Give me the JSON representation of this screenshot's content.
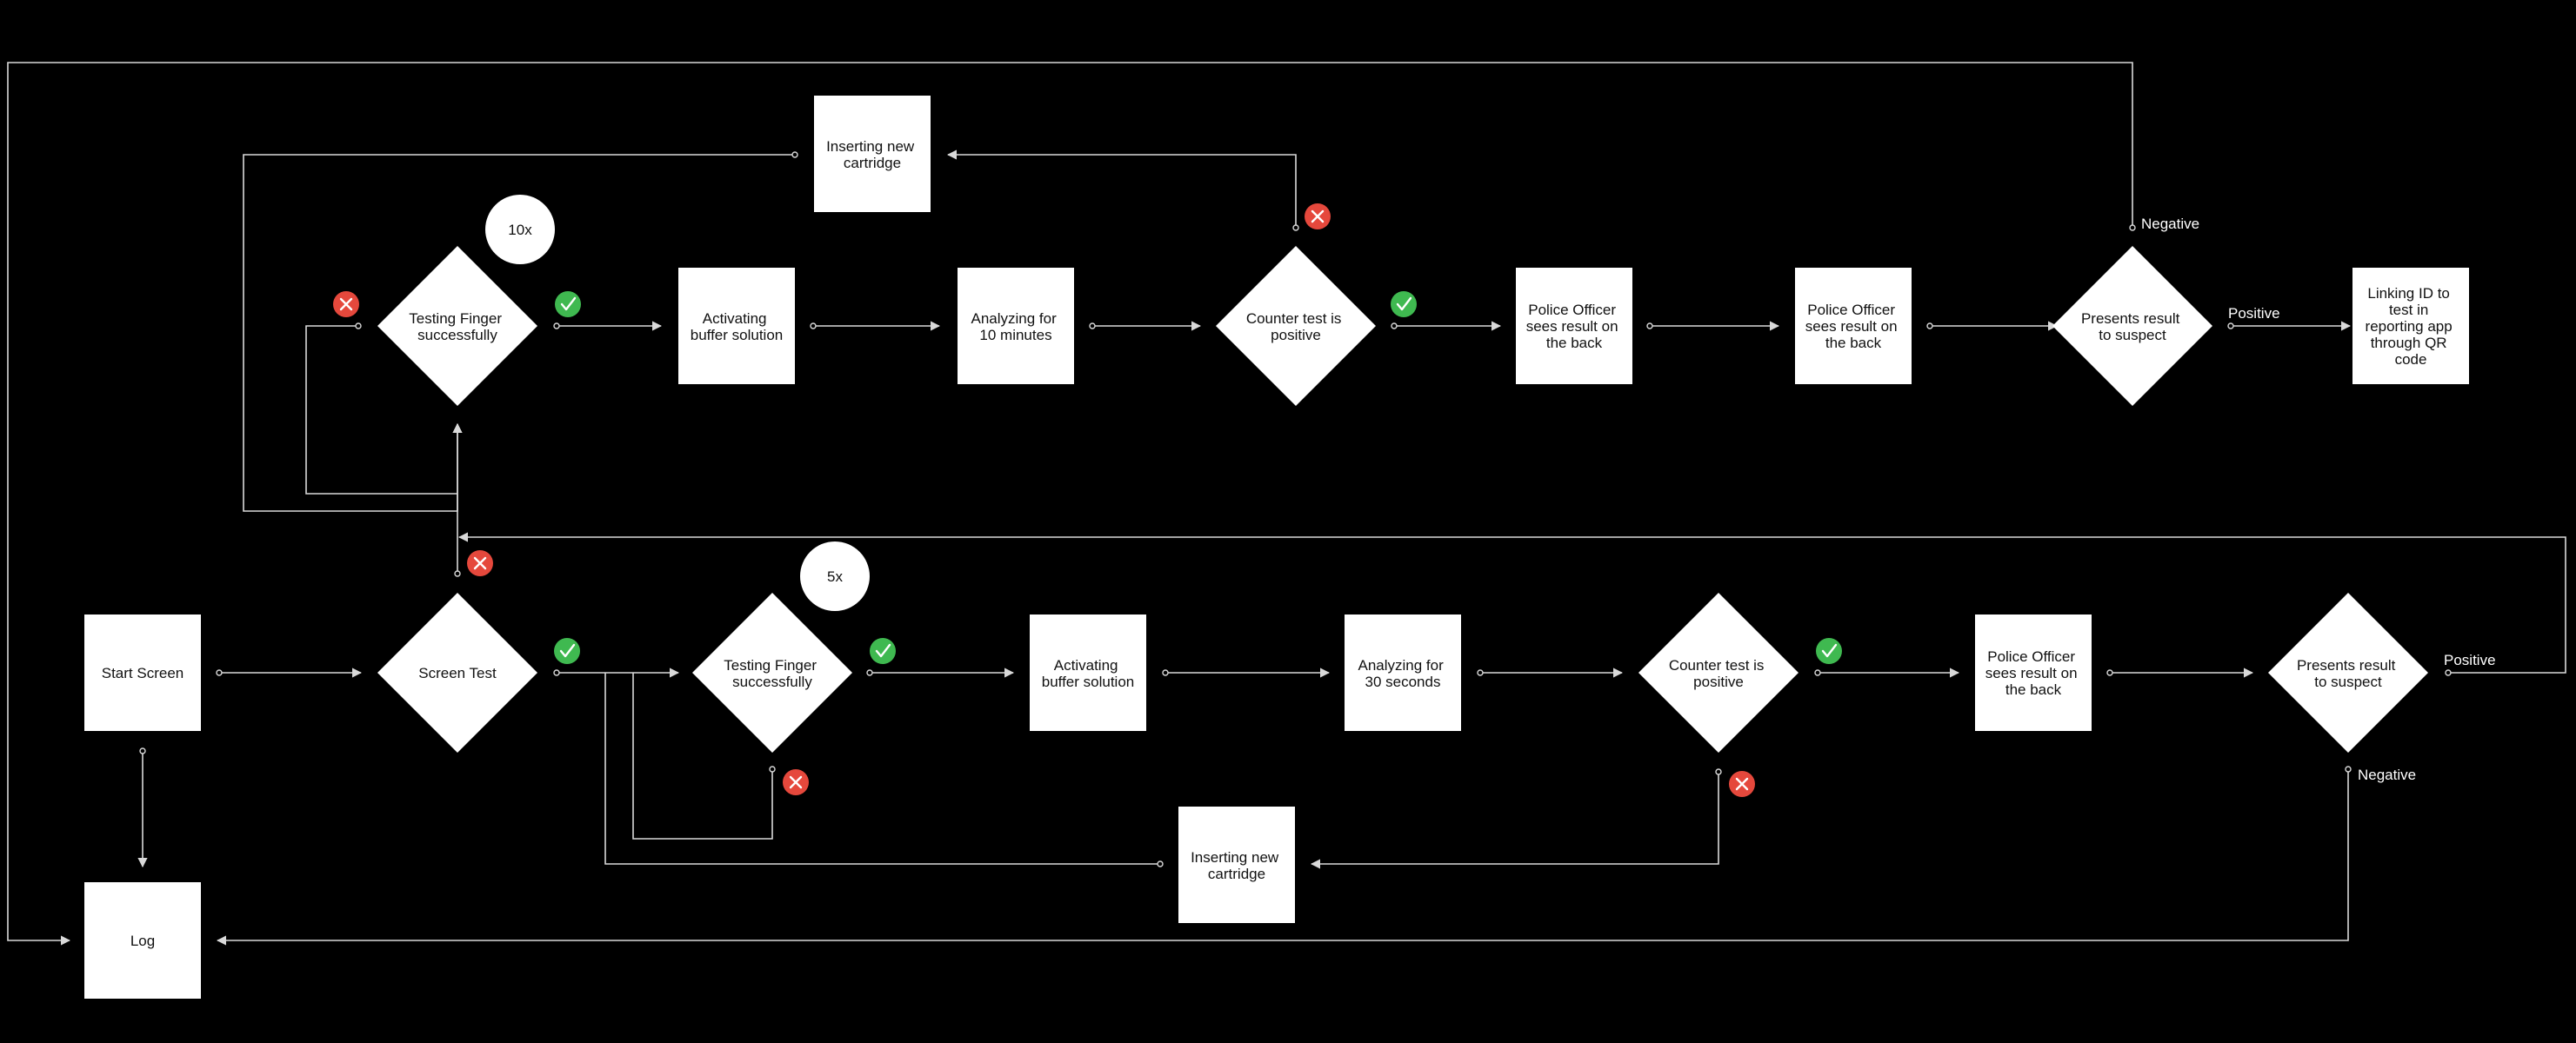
{
  "nodes": {
    "start_screen": "Start Screen",
    "log": "Log",
    "screen_test": "Screen Test",
    "top_testing_finger": [
      "Testing Finger",
      "successfully"
    ],
    "top_activating_buffer": [
      "Activating",
      "buffer solution"
    ],
    "top_analyzing": [
      "Analyzing for",
      "10 minutes"
    ],
    "top_counter_test": [
      "Counter test is",
      "positive"
    ],
    "top_officer_1": [
      "Police Officer",
      "sees result on",
      "the back"
    ],
    "top_officer_2": [
      "Police Officer",
      "sees result on",
      "the back"
    ],
    "top_presents_result": [
      "Presents result",
      "to suspect"
    ],
    "top_linking_id": [
      "Linking ID to",
      "test in",
      "reporting app",
      "through QR",
      "code"
    ],
    "top_inserting_cartridge": [
      "Inserting new",
      "cartridge"
    ],
    "bottom_testing_finger": [
      "Testing Finger",
      "successfully"
    ],
    "bottom_activating_buffer": [
      "Activating",
      "buffer solution"
    ],
    "bottom_analyzing": [
      "Analyzing for",
      "30 seconds"
    ],
    "bottom_counter_test": [
      "Counter test is",
      "positive"
    ],
    "bottom_officer": [
      "Police Officer",
      "sees result on",
      "the back"
    ],
    "bottom_presents_result": [
      "Presents result",
      "to suspect"
    ],
    "bottom_inserting_cartridge": [
      "Inserting new",
      "cartridge"
    ]
  },
  "badges": {
    "top_repeat": "10x",
    "bottom_repeat": "5x"
  },
  "edge_labels": {
    "top_negative": "Negative",
    "top_positive": "Positive",
    "bottom_positive": "Positive",
    "bottom_negative": "Negative"
  },
  "status_icons": {
    "success": {
      "icon": "check-icon",
      "color": "#3fb950"
    },
    "failure": {
      "icon": "cross-icon",
      "color": "#e5483c"
    }
  },
  "colors": {
    "background": "#000000",
    "node_fill": "#ffffff",
    "connector": "#d9d9d9"
  }
}
